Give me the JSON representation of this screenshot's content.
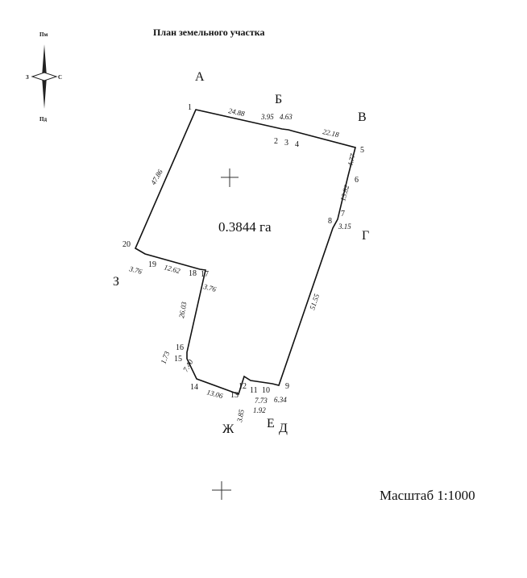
{
  "title": "План земельного участка",
  "area": "0.3844 га",
  "scale": "Масштаб 1:1000",
  "compass": {
    "north": "Пм",
    "south": "Пд",
    "west": "З",
    "east": "С"
  },
  "points": [
    "1",
    "2",
    "3",
    "4",
    "5",
    "6",
    "7",
    "8",
    "9",
    "10",
    "11",
    "12",
    "13",
    "14",
    "15",
    "16",
    "17",
    "18",
    "19",
    "20"
  ],
  "distances": [
    "24.88",
    "3.95",
    "4.63",
    "22.18",
    "4.77",
    "13.82",
    "3.15",
    "51.55",
    "6.34",
    "7.73",
    "1.92",
    "3.85",
    "13.06",
    "7.40",
    "1.73",
    "26.03",
    "3.76",
    "12.62",
    "3.76",
    "47.86"
  ],
  "neighbors": [
    "А",
    "Б",
    "В",
    "Г",
    "Д",
    "Е",
    "Ж",
    "З"
  ]
}
